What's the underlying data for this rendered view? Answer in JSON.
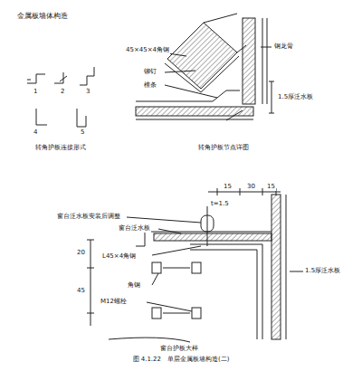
{
  "diagram": {
    "title": "金属板墙体构造",
    "caption": "图 4.1.22　单层金属板墙构造(二)",
    "labels": [
      "1",
      "2",
      "3",
      "4",
      "5",
      "转角护板连接形式",
      "45×45×4角钢",
      "铆钉",
      "檩条",
      "钢龙骨",
      "1.5厚泛水板",
      "转角护板节点详图",
      "15",
      "30",
      "15",
      "t=1.5",
      "窗台泛水板安装后调整",
      "窗台泛水板",
      "L45×4角钢",
      "M12螺栓",
      "角钢",
      "1.5厚泛水板",
      "20",
      "45",
      "窗台护板大样"
    ]
  }
}
